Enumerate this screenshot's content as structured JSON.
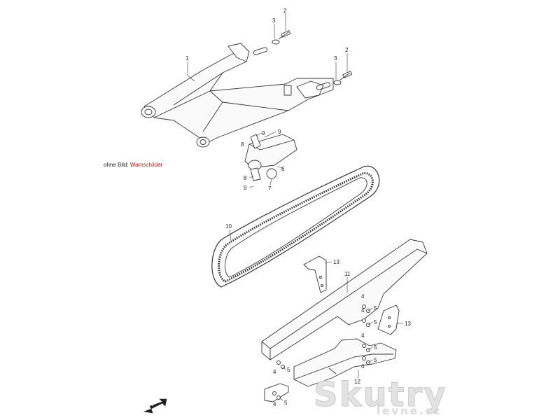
{
  "callouts": [
    {
      "id": "c1",
      "label": "1"
    },
    {
      "id": "c2a",
      "label": "2"
    },
    {
      "id": "c3a",
      "label": "3"
    },
    {
      "id": "c2b",
      "label": "2"
    },
    {
      "id": "c3b",
      "label": "3"
    },
    {
      "id": "c9a",
      "label": "9"
    },
    {
      "id": "c9b",
      "label": "9"
    },
    {
      "id": "c8a",
      "label": "8"
    },
    {
      "id": "c6",
      "label": "6"
    },
    {
      "id": "c7",
      "label": "7"
    },
    {
      "id": "c8b",
      "label": "8"
    },
    {
      "id": "c9c",
      "label": "9"
    },
    {
      "id": "c10",
      "label": "10"
    },
    {
      "id": "c13a",
      "label": "13"
    },
    {
      "id": "c11",
      "label": "11"
    },
    {
      "id": "c4a",
      "label": "4"
    },
    {
      "id": "c5a",
      "label": "5"
    },
    {
      "id": "c4b",
      "label": "4"
    },
    {
      "id": "c5b",
      "label": "5"
    },
    {
      "id": "c13b",
      "label": "13"
    },
    {
      "id": "c4c",
      "label": "4"
    },
    {
      "id": "c5c",
      "label": "5"
    },
    {
      "id": "c4d",
      "label": "4"
    },
    {
      "id": "c5d",
      "label": "5"
    },
    {
      "id": "c12",
      "label": "12"
    },
    {
      "id": "c4e",
      "label": "4"
    },
    {
      "id": "c5e",
      "label": "5"
    },
    {
      "id": "c4f",
      "label": "4"
    },
    {
      "id": "c5f",
      "label": "5"
    }
  ],
  "note": {
    "prefix": "ohne Bild:",
    "link": "Warnschilder"
  },
  "fwd_label": "FWD",
  "logo": {
    "main": "Skutry",
    "sub": "levne.cz"
  },
  "colors": {
    "line": "#333333",
    "note_link": "#d01818",
    "logo": "#d8d8d8"
  }
}
